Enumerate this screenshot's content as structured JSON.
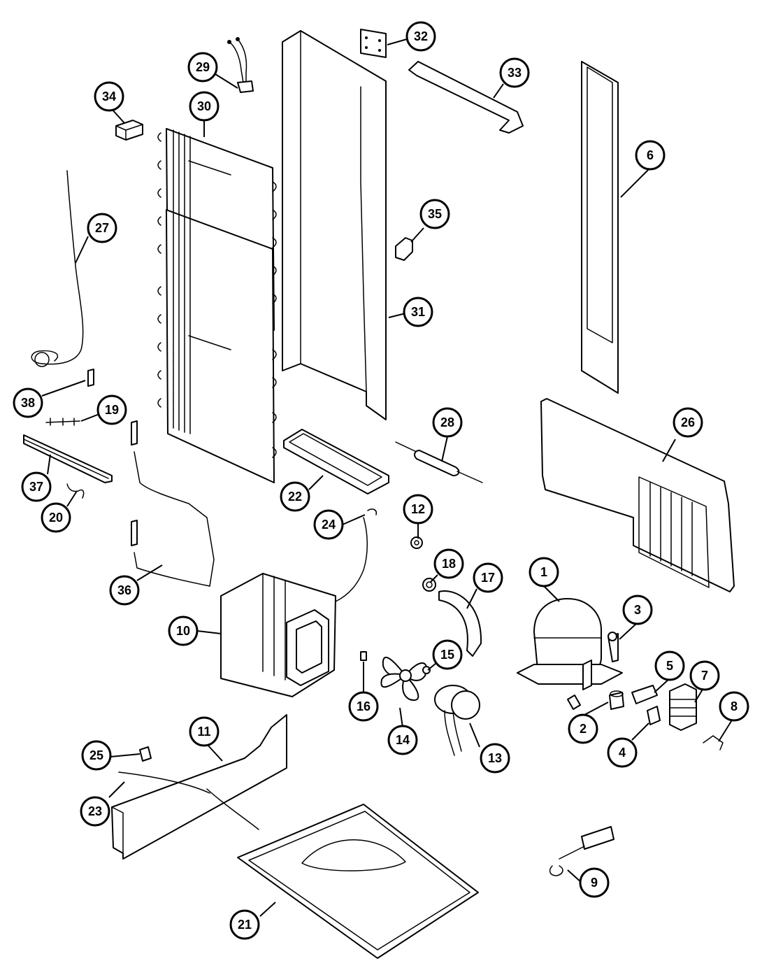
{
  "callouts": [
    {
      "id": "1",
      "label": "1"
    },
    {
      "id": "2",
      "label": "2"
    },
    {
      "id": "3",
      "label": "3"
    },
    {
      "id": "4",
      "label": "4"
    },
    {
      "id": "5",
      "label": "5"
    },
    {
      "id": "6",
      "label": "6"
    },
    {
      "id": "7",
      "label": "7"
    },
    {
      "id": "8",
      "label": "8"
    },
    {
      "id": "9",
      "label": "9"
    },
    {
      "id": "10",
      "label": "10"
    },
    {
      "id": "11",
      "label": "11"
    },
    {
      "id": "12",
      "label": "12"
    },
    {
      "id": "13",
      "label": "13"
    },
    {
      "id": "14",
      "label": "14"
    },
    {
      "id": "15",
      "label": "15"
    },
    {
      "id": "16",
      "label": "16"
    },
    {
      "id": "17",
      "label": "17"
    },
    {
      "id": "18",
      "label": "18"
    },
    {
      "id": "19",
      "label": "19"
    },
    {
      "id": "20",
      "label": "20"
    },
    {
      "id": "21",
      "label": "21"
    },
    {
      "id": "22",
      "label": "22"
    },
    {
      "id": "23",
      "label": "23"
    },
    {
      "id": "24",
      "label": "24"
    },
    {
      "id": "25",
      "label": "25"
    },
    {
      "id": "26",
      "label": "26"
    },
    {
      "id": "27",
      "label": "27"
    },
    {
      "id": "28",
      "label": "28"
    },
    {
      "id": "29",
      "label": "29"
    },
    {
      "id": "30",
      "label": "30"
    },
    {
      "id": "31",
      "label": "31"
    },
    {
      "id": "32",
      "label": "32"
    },
    {
      "id": "33",
      "label": "33"
    },
    {
      "id": "34",
      "label": "34"
    },
    {
      "id": "35",
      "label": "35"
    },
    {
      "id": "36",
      "label": "36"
    },
    {
      "id": "37",
      "label": "37"
    },
    {
      "id": "38",
      "label": "38"
    }
  ],
  "colors": {
    "line": "#000000",
    "background": "#ffffff"
  }
}
